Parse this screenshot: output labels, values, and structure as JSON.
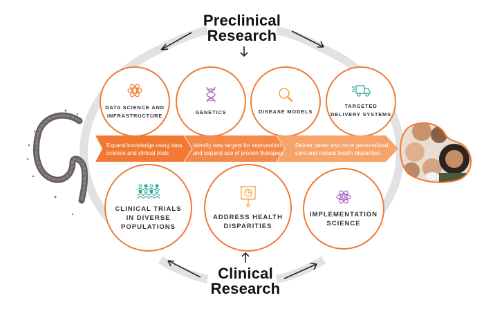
{
  "headings": {
    "top": [
      "Preclinical",
      "Research"
    ],
    "bottom": [
      "Clinical",
      "Research"
    ]
  },
  "preclinical_areas": [
    {
      "label_lines": [
        "DATA SCIENCE AND",
        "INFRASTRUCTURE"
      ],
      "icon": "atom-data-icon"
    },
    {
      "label_lines": [
        "GENETICS"
      ],
      "icon": "dna-icon"
    },
    {
      "label_lines": [
        "DISEASE MODELS"
      ],
      "icon": "magnifier-icon"
    },
    {
      "label_lines": [
        "TARGETED",
        "DELIVERY SYSTEMS"
      ],
      "icon": "delivery-truck-icon"
    }
  ],
  "clinical_areas": [
    {
      "label_lines": [
        "CLINICAL TRIALS",
        "IN DIVERSE",
        "POPULATIONS"
      ],
      "icon": "diverse-people-icon"
    },
    {
      "label_lines": [
        "ADDRESS HEALTH",
        "DISPARITIES"
      ],
      "icon": "presentation-chart-icon"
    },
    {
      "label_lines": [
        "IMPLEMENTATION",
        "SCIENCE"
      ],
      "icon": "atom-icon"
    }
  ],
  "pathway_steps": [
    {
      "lines": [
        "Expand knowledge using data",
        "science and clinical trials"
      ]
    },
    {
      "lines": [
        "Identify new targets for intervention",
        "and expand use of proven therapies"
      ]
    },
    {
      "lines": [
        "Deliver better and more personalized",
        "care and reduce health disparities"
      ]
    }
  ],
  "images": {
    "left": "crowd-forming-kidney-shape",
    "right": "diverse-group-of-people-in-kidney-frame"
  },
  "colors": {
    "orange": "#f07a33",
    "orange_light": "#f6a46a",
    "ring_gray": "#e2e2e4",
    "teal": "#2aa894",
    "purple": "#a560c8",
    "amber": "#f5a24a"
  }
}
